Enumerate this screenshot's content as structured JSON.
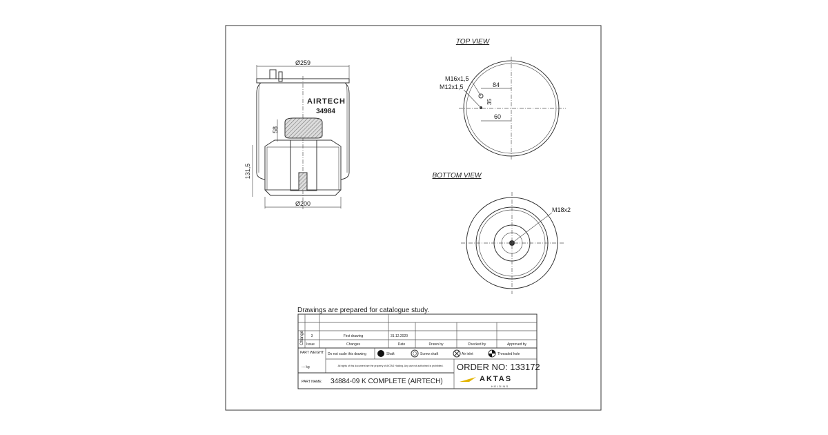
{
  "side_view": {
    "dim_top": "Ø259",
    "dim_bottom": "Ø200",
    "dim_height": "131,5",
    "dim_piston": "58",
    "brand": "AIRTECH",
    "model": "34984"
  },
  "top_view": {
    "title": "TOP VIEW",
    "thread1": "M16x1,5",
    "thread2": "M12x1,5",
    "dim_84": "84",
    "dim_35": "35",
    "dim_60": "60"
  },
  "bottom_view": {
    "title": "BOTTOM VIEW",
    "thread": "M18x2"
  },
  "title_block": {
    "note": "Drawings are  prepared for catalogue study.",
    "change_label": "Change",
    "issue_value": "3",
    "change_value": "First drawing",
    "date_value": "31.12.2020",
    "headers": {
      "issue": "Issue",
      "changes": "Changes",
      "date": "Date",
      "drawn_by": "Drawn by",
      "checked_by": "Checked by",
      "approved_by": "Approved by"
    },
    "part_weight_label": "PART WEIGHT:",
    "weight_value": "--- kg",
    "scale_note": "Do not scale this drawing",
    "legend": [
      "Shaft",
      "Screw shaft",
      "Air inlet",
      "Threaded hole"
    ],
    "legal_note": "All rights of this document are the property of AKTAS Holding. Any use not authorised is prohibited.",
    "order_no": "ORDER NO: 133172",
    "part_name_label": "PART NAME:",
    "part_name": "34884-09 K COMPLETE (AIRTECH)",
    "logo": "AKTAS HOLDING"
  }
}
